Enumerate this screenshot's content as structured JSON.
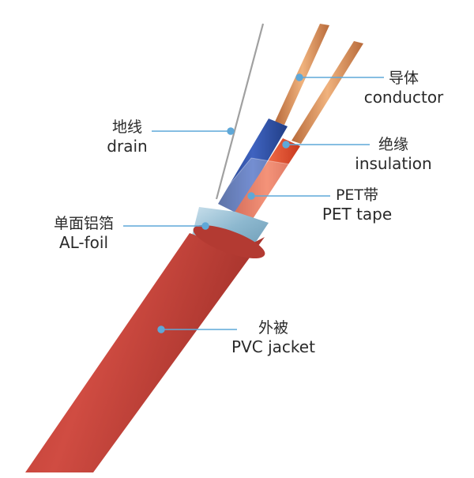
{
  "callouts": [
    {
      "id": "conductor",
      "zh": "导体",
      "en": "conductor"
    },
    {
      "id": "drain",
      "zh": "地线",
      "en": "drain"
    },
    {
      "id": "insulation",
      "zh": "绝缘",
      "en": "insulation"
    },
    {
      "id": "pet-tape",
      "zh": "PET带",
      "en": "PET tape"
    },
    {
      "id": "al-foil",
      "zh": "单面铝箔",
      "en": "AL-foil"
    },
    {
      "id": "pvc-jacket",
      "zh": "外被",
      "en": "PVC jacket"
    }
  ],
  "colors": {
    "jacket": "#c8433a",
    "jacket_dark": "#a5322b",
    "copper": "#d98a55",
    "blue_insulation": "#2d4fa3",
    "red_insulation": "#e8502f",
    "foil": "#9fc3d6",
    "leader": "#5fa8d8",
    "drain": "#9a9a9a"
  }
}
